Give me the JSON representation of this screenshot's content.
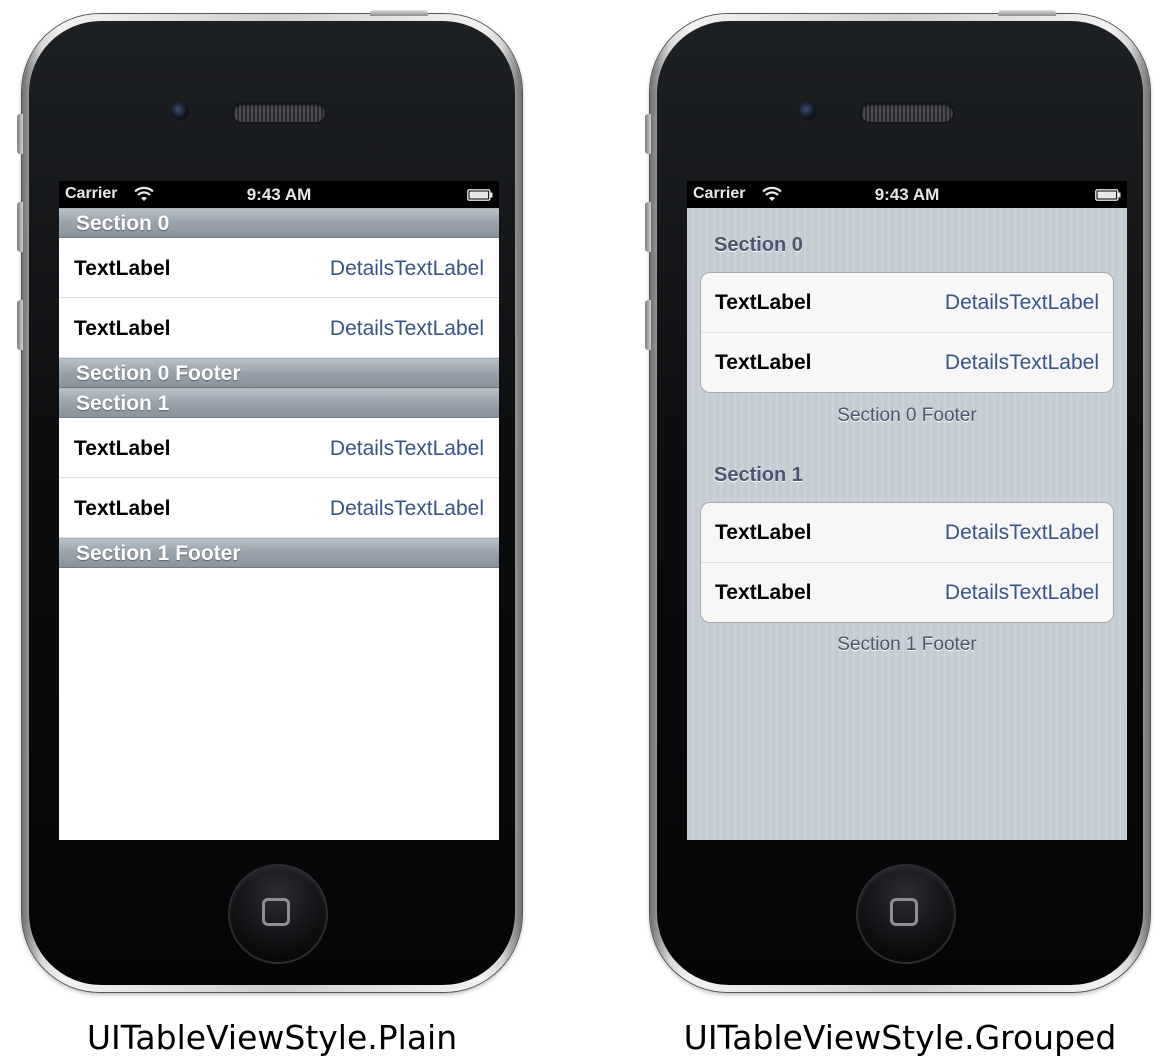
{
  "status_bar": {
    "carrier": "Carrier",
    "time": "9:43 AM",
    "wifi_icon": "wifi-icon",
    "battery_icon": "battery-icon"
  },
  "plain": {
    "caption": "UITableViewStyle.Plain",
    "sections": [
      {
        "header": "Section 0",
        "rows": [
          {
            "text": "TextLabel",
            "detail": "DetailsTextLabel"
          },
          {
            "text": "TextLabel",
            "detail": "DetailsTextLabel"
          }
        ],
        "footer": "Section 0 Footer"
      },
      {
        "header": "Section 1",
        "rows": [
          {
            "text": "TextLabel",
            "detail": "DetailsTextLabel"
          },
          {
            "text": "TextLabel",
            "detail": "DetailsTextLabel"
          }
        ],
        "footer": "Section 1 Footer"
      }
    ]
  },
  "grouped": {
    "caption": "UITableViewStyle.Grouped",
    "sections": [
      {
        "header": "Section 0",
        "rows": [
          {
            "text": "TextLabel",
            "detail": "DetailsTextLabel"
          },
          {
            "text": "TextLabel",
            "detail": "DetailsTextLabel"
          }
        ],
        "footer": "Section 0 Footer"
      },
      {
        "header": "Section 1",
        "rows": [
          {
            "text": "TextLabel",
            "detail": "DetailsTextLabel"
          },
          {
            "text": "TextLabel",
            "detail": "DetailsTextLabel"
          }
        ],
        "footer": "Section 1 Footer"
      }
    ]
  },
  "colors": {
    "detail_text": "#385487",
    "plain_header_bg": "#98a2ab",
    "grouped_bg": "#c5ccd4",
    "grouped_label": "#4c566c"
  }
}
